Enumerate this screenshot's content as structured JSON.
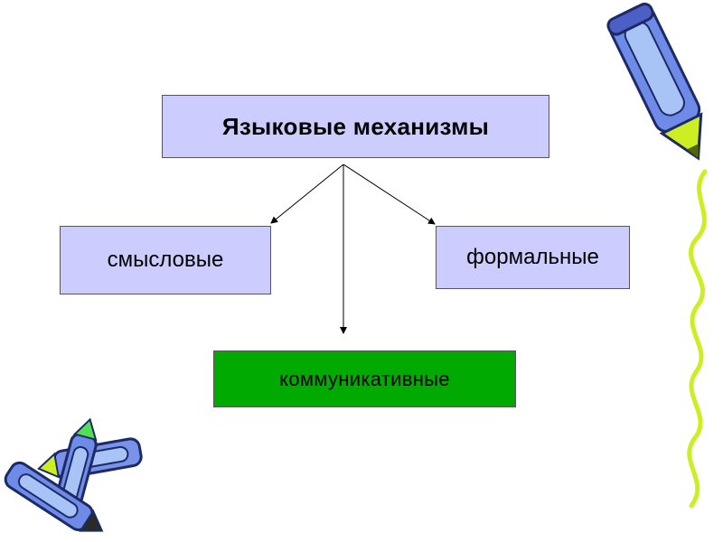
{
  "diagram": {
    "root": "Языковые механизмы",
    "children": [
      {
        "label": "смысловые",
        "color": "#ccccff"
      },
      {
        "label": "формальные",
        "color": "#ccccff"
      },
      {
        "label": "коммуникативные",
        "color": "#00aa00"
      }
    ],
    "root_color": "#ccccff"
  },
  "decorations": [
    "pencil-icon",
    "crayons-icon",
    "squiggle-line"
  ]
}
